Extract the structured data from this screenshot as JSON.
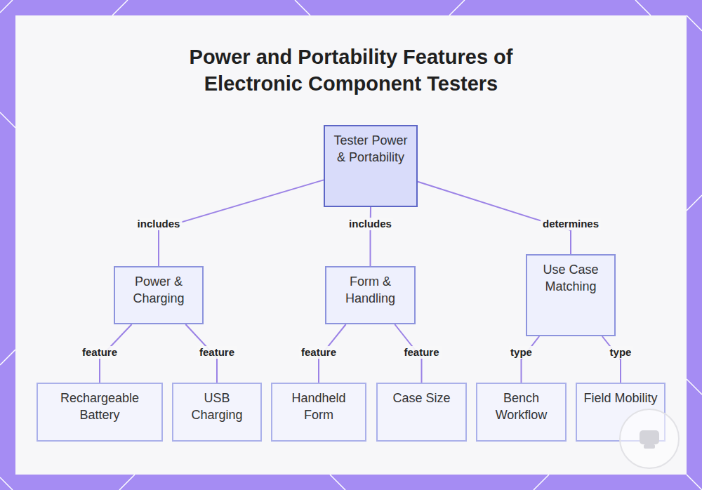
{
  "diagram": {
    "title": "Power and Portability Features of Electronic Component Testers",
    "nodes": [
      {
        "text": [
          "Tester Power & Portability"
        ]
      },
      {
        "text": [
          "Power & Charging"
        ]
      },
      {
        "text": [
          "Form & Handling"
        ]
      },
      {
        "text": [
          "Use Case Matching"
        ]
      },
      {
        "text": [
          "Rechargeable Battery"
        ]
      },
      {
        "text": [
          "USB Charging"
        ]
      },
      {
        "text": [
          "Handheld Form"
        ]
      },
      {
        "text": [
          "Case Size"
        ]
      },
      {
        "text": [
          "Bench Workflow"
        ]
      },
      {
        "text": [
          "Field Mobility"
        ]
      }
    ],
    "edges": [
      {
        "from": 0,
        "to": 1,
        "label": "includes",
        "arrow": "none"
      },
      {
        "from": 0,
        "to": 2,
        "label": "includes",
        "arrow": "none"
      },
      {
        "from": 0,
        "to": 3,
        "label": "determines",
        "arrow": "none"
      },
      {
        "from": 1,
        "to": 4,
        "label": "feature",
        "arrow": "none"
      },
      {
        "from": 1,
        "to": 5,
        "label": "feature",
        "arrow": "none"
      },
      {
        "from": 2,
        "to": 6,
        "label": "feature",
        "arrow": "none"
      },
      {
        "from": 2,
        "to": 7,
        "label": "feature",
        "arrow": "none"
      },
      {
        "from": 3,
        "to": 8,
        "label": "type",
        "arrow": "none"
      },
      {
        "from": 3,
        "to": 9,
        "label": "type",
        "arrow": "none"
      }
    ]
  }
}
